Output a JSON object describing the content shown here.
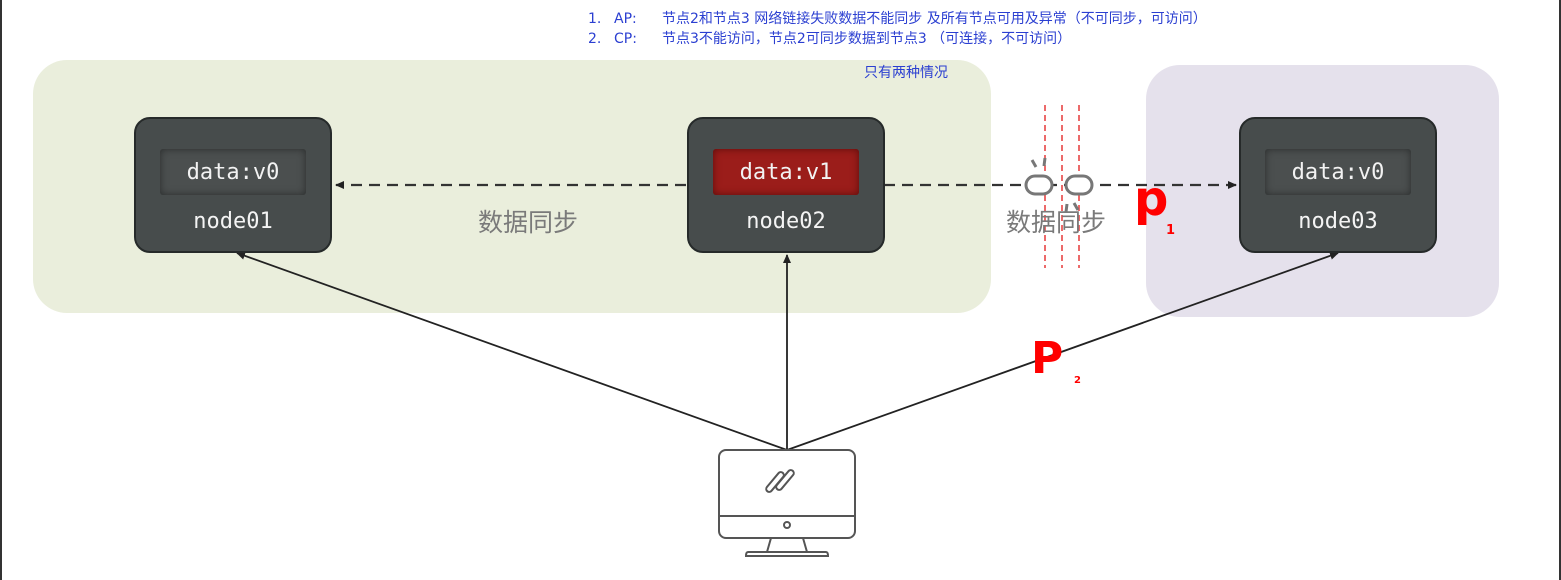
{
  "notes": {
    "items": [
      {
        "num": "1.",
        "tag": "AP:",
        "text": "节点2和节点3 网络链接失败数据不能同步 及所有节点可用及异常（不可同步，可访问）"
      },
      {
        "num": "2.",
        "tag": "CP:",
        "text": "节点3不能访问，节点2可同步数据到节点3  （可连接，不可访问）"
      }
    ],
    "sub": "只有两种情况"
  },
  "nodes": [
    {
      "name": "node01",
      "data": "data:v0"
    },
    {
      "name": "node02",
      "data": "data:v1"
    },
    {
      "name": "node03",
      "data": "data:v0"
    }
  ],
  "sync_labels": [
    "数据同步",
    "数据同步"
  ],
  "partition_labels": {
    "p1": {
      "letter": "p",
      "sub": "1"
    },
    "p2": {
      "letter": "P",
      "sub": "2"
    }
  },
  "colors": {
    "note_text": "#2b3fd1",
    "zone_a": "#eaeedc",
    "zone_b": "#e5e1ec",
    "node_bg": "#474c4c",
    "data_hot": "#9b1d1a",
    "partition_red": "#ff0000"
  },
  "icons": [
    "broken-link-icon",
    "monitor-icon",
    "pen-icon"
  ]
}
